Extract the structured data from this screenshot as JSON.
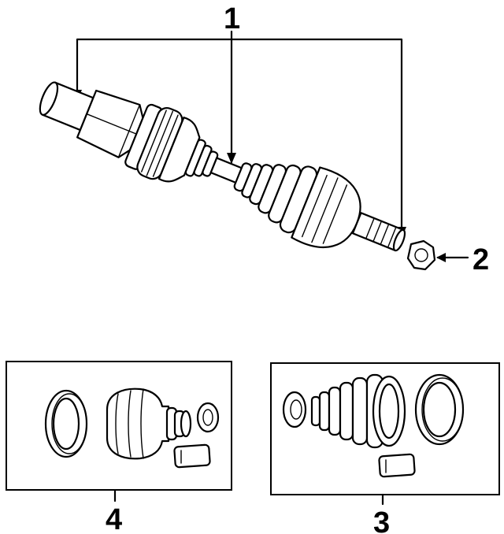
{
  "callouts": {
    "axle_assembly": "1",
    "hub_nut": "2",
    "outer_boot_kit": "3",
    "inner_boot_kit": "4"
  },
  "colors": {
    "ink": "#000000",
    "paper": "#ffffff"
  }
}
